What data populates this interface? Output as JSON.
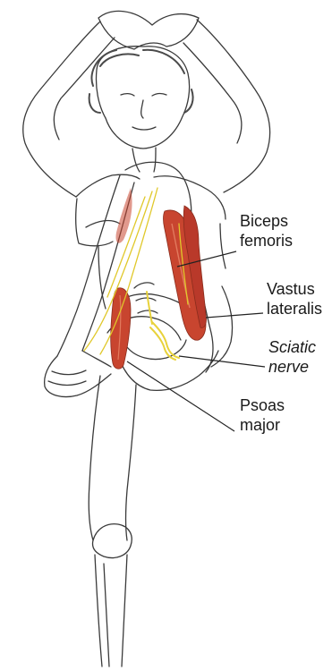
{
  "labels": {
    "biceps_femoris": [
      "Biceps",
      "femoris"
    ],
    "vastus_lateralis": [
      "Vastus",
      "lateralis"
    ],
    "sciatic_nerve": [
      "Sciatic",
      "nerve"
    ],
    "psoas_major": [
      "Psoas",
      "major"
    ]
  },
  "colors": {
    "outline": "#3a3a3a",
    "muscle": "#c8452f",
    "muscle_highlight": "#e27a5e",
    "nerve": "#e8d23a",
    "hair": "#4a4a4a",
    "leader": "#222222"
  }
}
